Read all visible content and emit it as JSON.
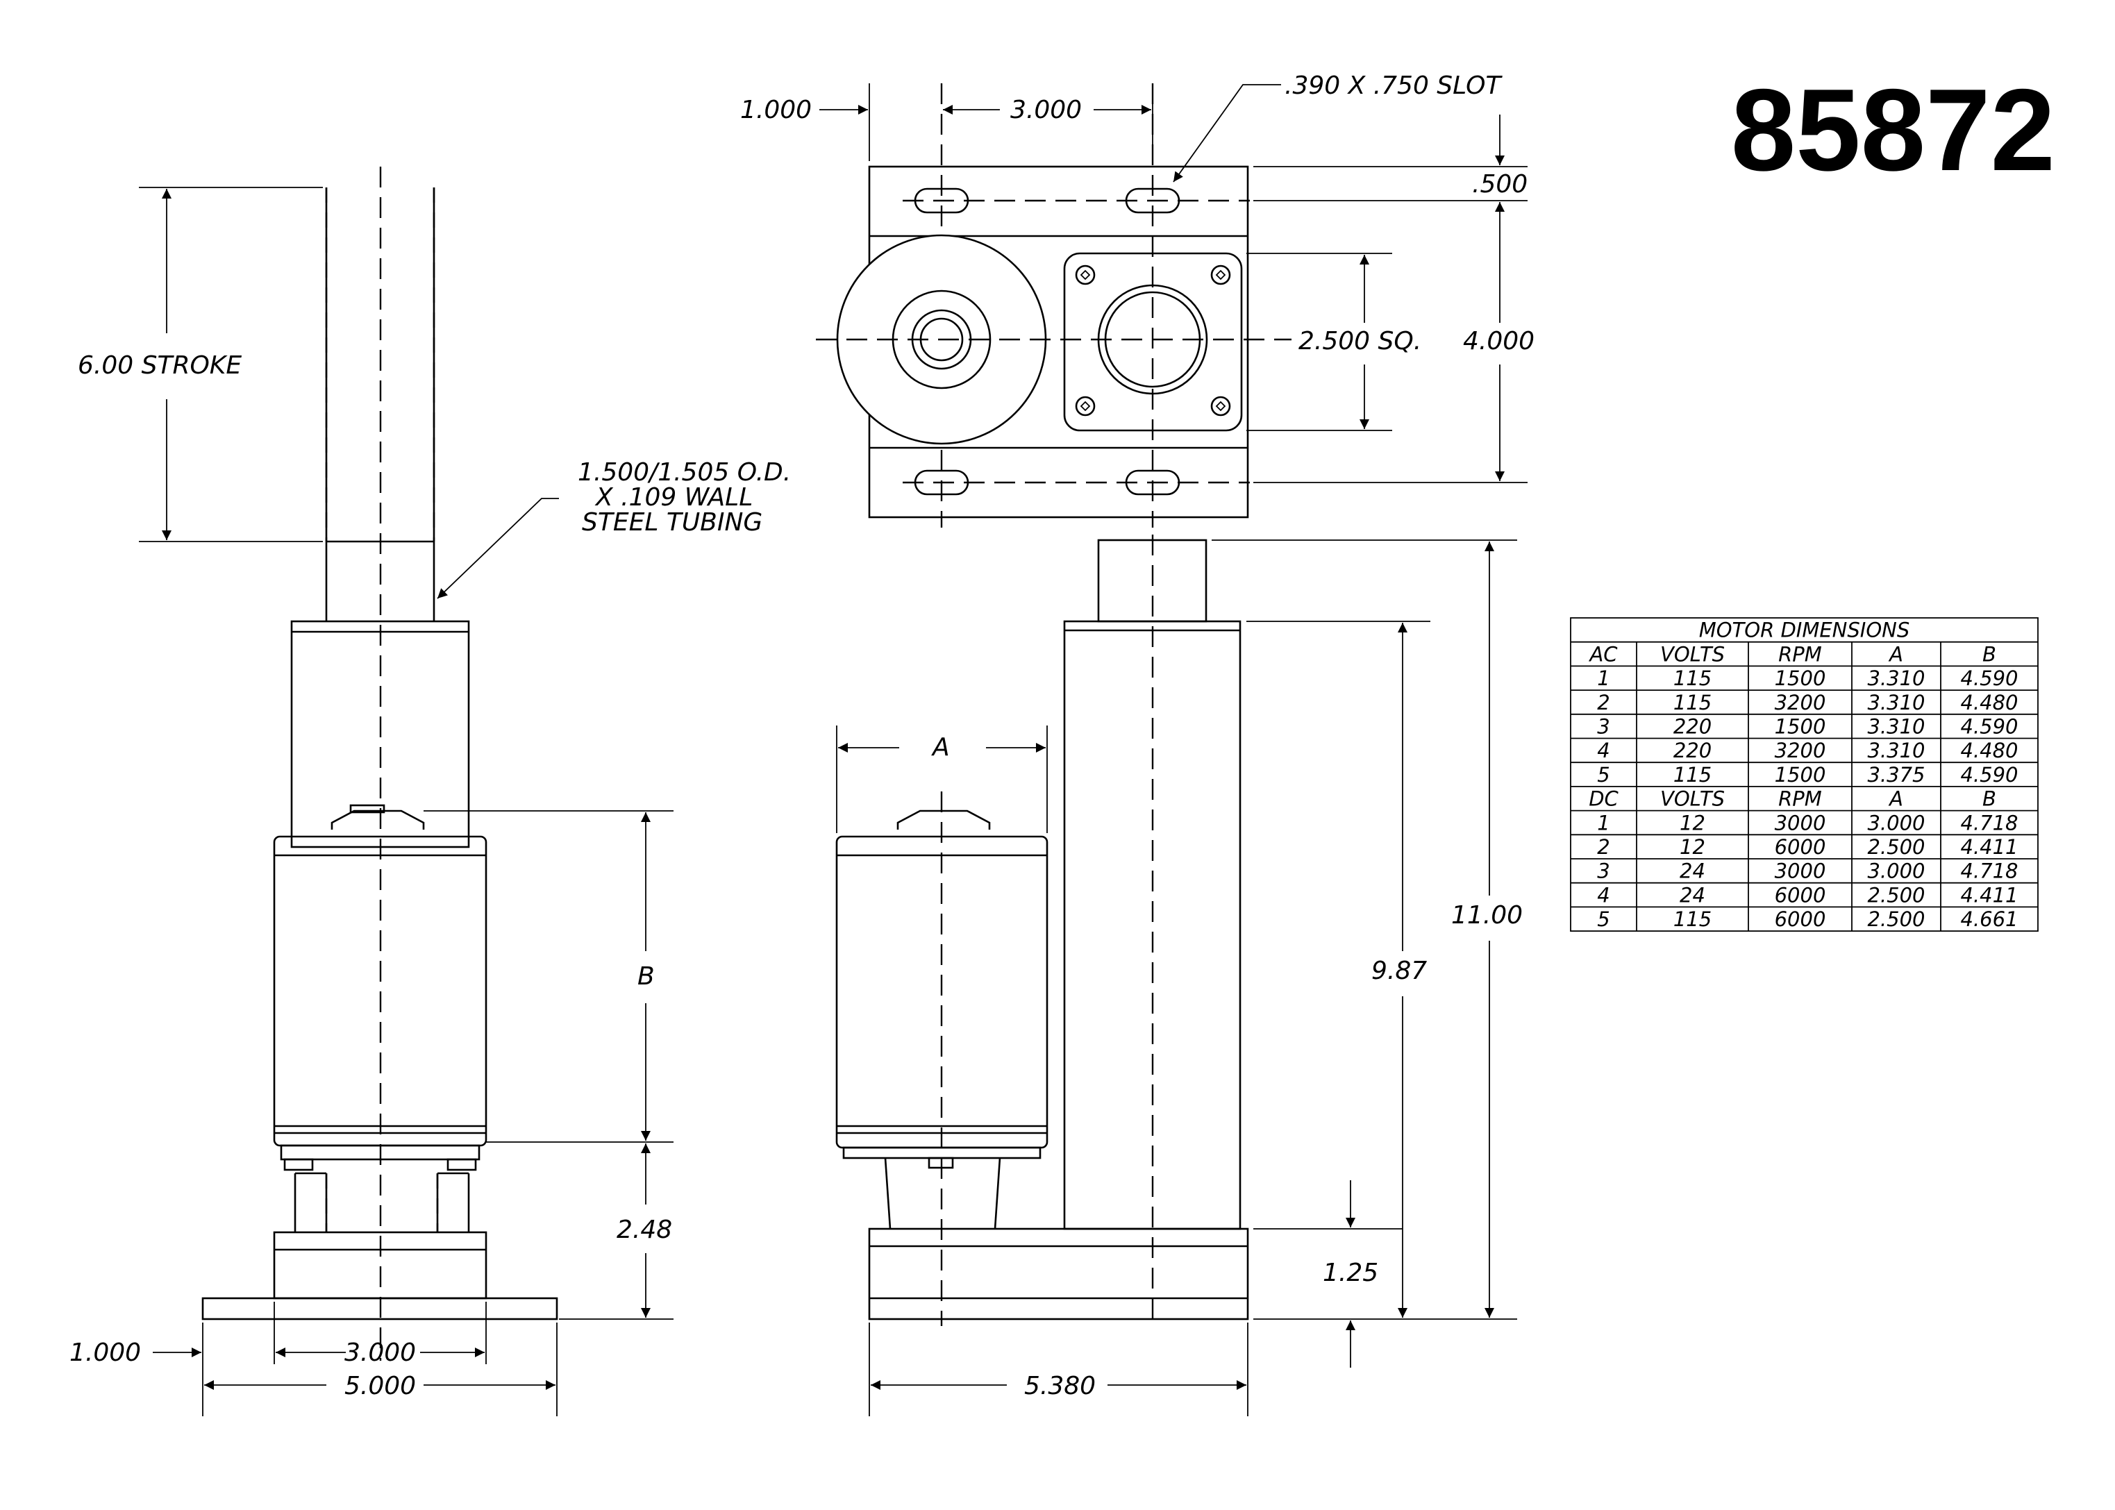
{
  "part_number": "85872",
  "dimensions": {
    "stroke": "6.00  STROKE",
    "tubing_line1": "1.500/1.505  O.D.",
    "tubing_line2": "X  .109  WALL",
    "tubing_line3": "STEEL  TUBING",
    "b_label": "B",
    "dim_248": "2.48",
    "base_offset": "1.000",
    "base_spacing": "3.000",
    "base_width": "5.000",
    "top_offset": "1.000",
    "top_spacing": "3.000",
    "slot": ".390  X  .750  SLOT",
    "dim_500": ".500",
    "square": "2.500  SQ.",
    "dim_4000": "4.000",
    "a_label": "A",
    "dim_1100": "11.00",
    "dim_987": "9.87",
    "dim_125": "1.25",
    "side_length": "5.380"
  },
  "motor_table": {
    "title": "MOTOR  DIMENSIONS",
    "ac_headers": [
      "AC",
      "VOLTS",
      "RPM",
      "A",
      "B"
    ],
    "ac_rows": [
      [
        "1",
        "115",
        "1500",
        "3.310",
        "4.590"
      ],
      [
        "2",
        "115",
        "3200",
        "3.310",
        "4.480"
      ],
      [
        "3",
        "220",
        "1500",
        "3.310",
        "4.590"
      ],
      [
        "4",
        "220",
        "3200",
        "3.310",
        "4.480"
      ],
      [
        "5",
        "115",
        "1500",
        "3.375",
        "4.590"
      ]
    ],
    "dc_headers": [
      "DC",
      "VOLTS",
      "RPM",
      "A",
      "B"
    ],
    "dc_rows": [
      [
        "1",
        "12",
        "3000",
        "3.000",
        "4.718"
      ],
      [
        "2",
        "12",
        "6000",
        "2.500",
        "4.411"
      ],
      [
        "3",
        "24",
        "3000",
        "3.000",
        "4.718"
      ],
      [
        "4",
        "24",
        "6000",
        "2.500",
        "4.411"
      ],
      [
        "5",
        "115",
        "6000",
        "2.500",
        "4.661"
      ]
    ]
  }
}
